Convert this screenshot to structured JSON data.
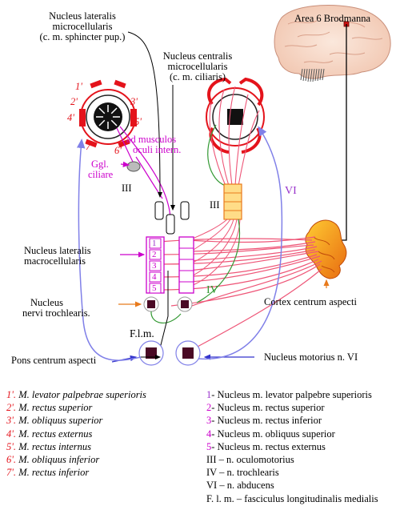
{
  "colors": {
    "red": "#e4131b",
    "magenta": "#cc00cc",
    "violet": "#9933cc",
    "green": "#339933",
    "orange": "#e87a1c",
    "blue": "#3333cc",
    "pink_line": "#ee5577",
    "lavender_line": "#8080e8",
    "nucleus_dark": "#4a0a25"
  },
  "labels": {
    "lateralis_micro": [
      "Nucleus lateralis",
      "microcellularis",
      "(c. m. sphincter pup.)"
    ],
    "area6": "Area 6 Brodmanna",
    "centralis": [
      "Nucleus centralis",
      "microcellularis",
      "(c. m. ciliaris)"
    ],
    "ad_musculos": [
      "ad musculos",
      "oculi intern."
    ],
    "ggl": [
      "Ggl.",
      "ciliare"
    ],
    "iii_left": "III",
    "iii_right": "III",
    "vi": "VI",
    "iv": "IV",
    "lateralis_macro": [
      "Nucleus lateralis",
      "macrocellularis"
    ],
    "trochlearis": [
      "Nucleus",
      "nervi trochlearis."
    ],
    "flm": "F.l.m.",
    "pons": "Pons centrum aspecti",
    "motorius": "Nucleus  motorius n. VI",
    "cortex": "Cortex  centrum aspecti",
    "muscles": [
      "1'",
      "2'",
      "3'",
      "4'",
      "5'",
      "6'",
      "7'"
    ],
    "nuclei_nums": [
      "1",
      "2",
      "3",
      "4",
      "5"
    ]
  },
  "legend_left": [
    {
      "num": "1'.",
      "text": " M. levator palpebrae superioris"
    },
    {
      "num": "2'.",
      "text": " M. rectus superior"
    },
    {
      "num": "3'.",
      "text": " M. obliquus superior"
    },
    {
      "num": "4'.",
      "text": " M. rectus externus"
    },
    {
      "num": "5'.",
      "text": " M. rectus internus"
    },
    {
      "num": "6'.",
      "text": " M. obliquus inferior"
    },
    {
      "num": "7'.",
      "text": " M. rectus inferior"
    }
  ],
  "legend_right": [
    {
      "num": "1",
      "text": "- Nucleus m. levator palpebre superioris",
      "color": "#9933cc"
    },
    {
      "num": "2",
      "text": "- Nucleus m. rectus superior",
      "color": "#cc00cc"
    },
    {
      "num": "3",
      "text": "- Nucleus m. rectus inferior",
      "color": "#cc00cc"
    },
    {
      "num": "4",
      "text": "- Nucleus m. obliquus superior",
      "color": "#cc00cc"
    },
    {
      "num": "5",
      "text": "- Nucleus m. rectus externus",
      "color": "#cc00cc"
    },
    {
      "num": "III",
      "text": " – n. oculomotorius",
      "color": "#000000"
    },
    {
      "num": "IV",
      "text": " – n. trochlearis",
      "color": "#000000"
    },
    {
      "num": "VI",
      "text": " – n. abducens",
      "color": "#000000"
    },
    {
      "num": "F. l. m.",
      "text": " – fasciculus longitudinalis medialis",
      "color": "#000000"
    }
  ]
}
